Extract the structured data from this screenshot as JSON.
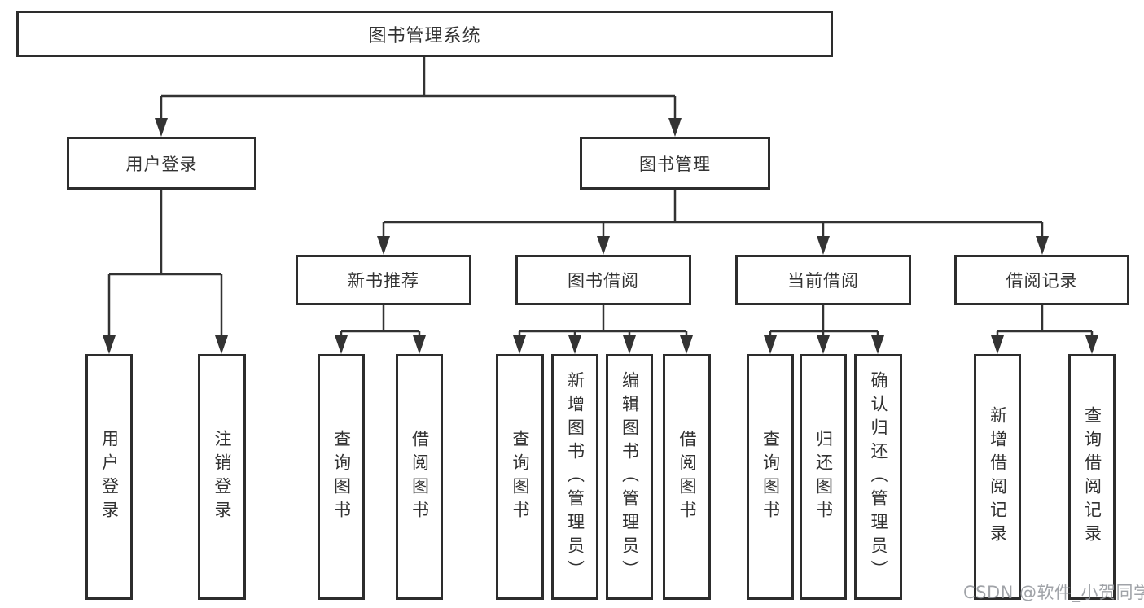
{
  "diagram": {
    "root": {
      "label": "图书管理系统"
    },
    "branches": {
      "user_login": {
        "label": "用户登录",
        "children": [
          "用户登录",
          "注销登录"
        ]
      },
      "book_management": {
        "label": "图书管理",
        "sections": {
          "new_books": {
            "label": "新书推荐",
            "children": [
              "查询图书",
              "借阅图书"
            ]
          },
          "book_borrow": {
            "label": "图书借阅",
            "children": [
              "查询图书",
              "新增图书（管理员）",
              "编辑图书（管理员）",
              "借阅图书"
            ]
          },
          "current_borrow": {
            "label": "当前借阅",
            "children": [
              "查询图书",
              "归还图书",
              "确认归还（管理员）"
            ]
          },
          "borrow_records": {
            "label": "借阅记录",
            "children": [
              "新增借阅记录",
              "查询借阅记录"
            ]
          }
        }
      }
    },
    "watermark": "CSDN @软件_小贺同学",
    "colors": {
      "line": "#333333",
      "box_border": "#2d2d2d",
      "text": "#323232",
      "watermark": "#96999e",
      "background": "#ffffff"
    }
  }
}
